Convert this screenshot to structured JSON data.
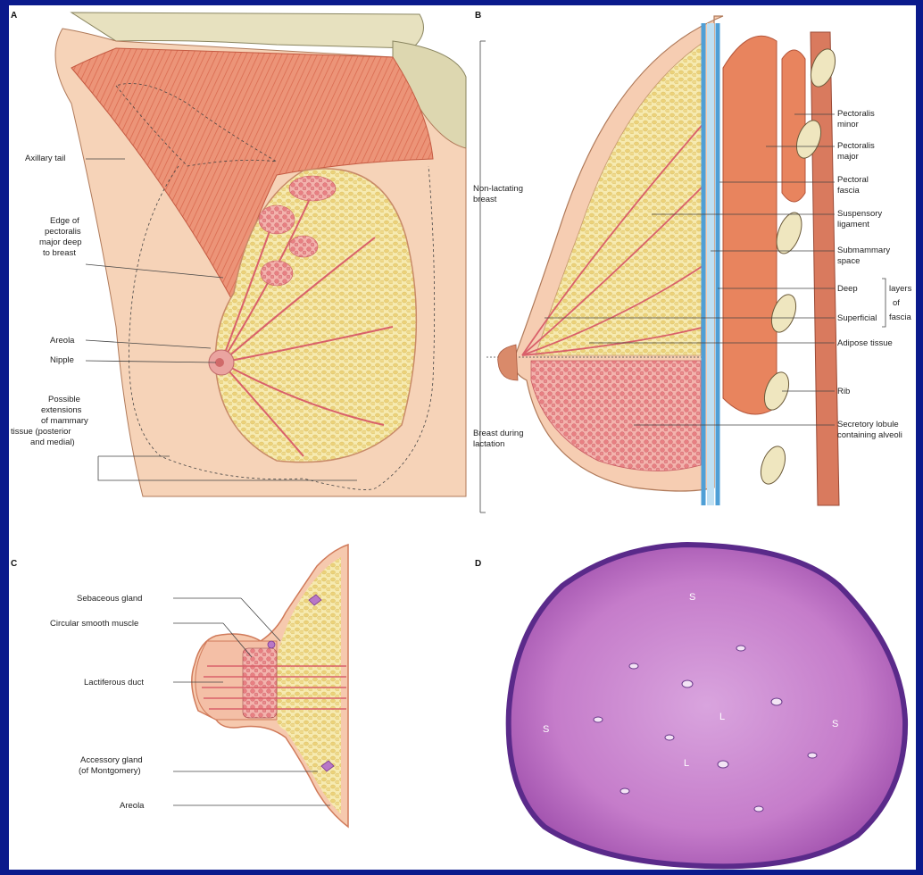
{
  "panels": {
    "a": {
      "letter": "A",
      "labels": {
        "axillary_tail": "Axillary tail",
        "edge_1": "Edge of",
        "edge_2": "pectoralis",
        "edge_3": "major deep",
        "edge_4": "to breast",
        "areola": "Areola",
        "nipple": "Nipple",
        "ext_1": "Possible",
        "ext_2": "extensions",
        "ext_3": "of mammary",
        "ext_4": "tissue (posterior",
        "ext_5": "and medial)"
      }
    },
    "b": {
      "letter": "B",
      "labels": {
        "nonlact_1": "Non-lactating",
        "nonlact_2": "breast",
        "lact_1": "Breast during",
        "lact_2": "lactation",
        "pec_minor_1": "Pectoralis",
        "pec_minor_2": "minor",
        "pec_major_1": "Pectoralis",
        "pec_major_2": "major",
        "pec_fascia_1": "Pectoral",
        "pec_fascia_2": "fascia",
        "susp_1": "Suspensory",
        "susp_2": "ligament",
        "submam_1": "Submammary",
        "submam_2": "space",
        "deep": "Deep",
        "superficial": "Superficial",
        "layers_1": "layers",
        "layers_2": "of",
        "layers_3": "fascia",
        "adipose": "Adipose tissue",
        "rib": "Rib",
        "secretory_1": "Secretory lobule",
        "secretory_2": "containing alveoli"
      }
    },
    "c": {
      "letter": "C",
      "labels": {
        "sebaceous": "Sebaceous gland",
        "circular": "Circular smooth muscle",
        "lactiferous": "Lactiferous duct",
        "accessory_1": "Accessory gland",
        "accessory_2": "(of Montgomery)",
        "areola": "Areola"
      }
    },
    "d": {
      "letter": "D",
      "labels": {
        "s1": "S",
        "s2": "S",
        "s3": "S",
        "l1": "L",
        "l2": "L"
      }
    }
  },
  "colors": {
    "background": "#0b1a8c",
    "skin": "#f6d3b8",
    "muscle": "#e8856a",
    "fat": "#f3e6a6",
    "fascia": "#5aa8d8",
    "histology": "#c070c0",
    "histology_edge": "#5a2a8a"
  }
}
